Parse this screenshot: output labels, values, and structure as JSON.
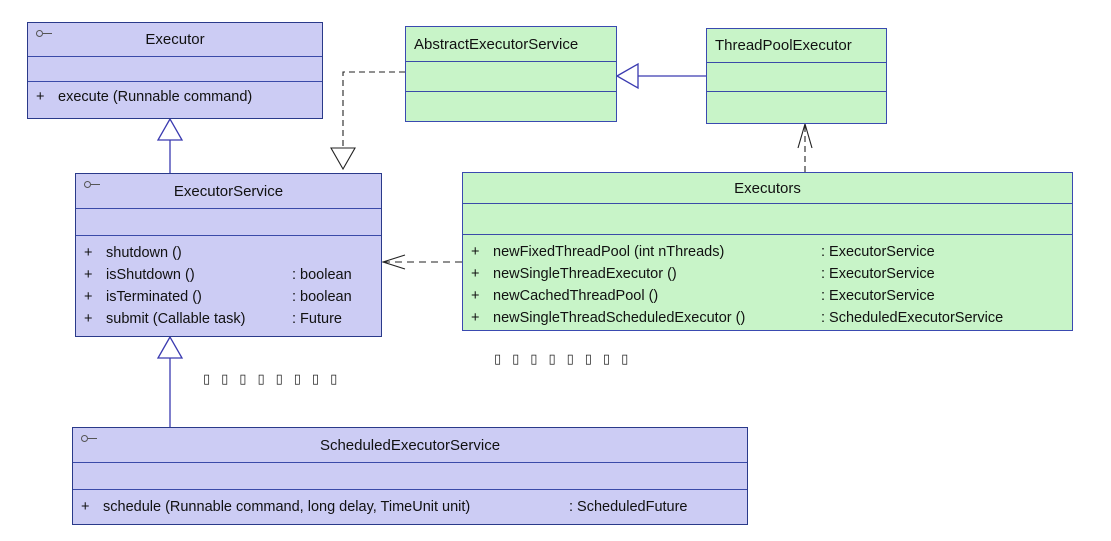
{
  "executor": {
    "name": "Executor",
    "ops": [
      {
        "vis": "+",
        "sig": "execute (Runnable command)",
        "ret": ""
      }
    ]
  },
  "executor_service": {
    "name": "ExecutorService",
    "ops": [
      {
        "vis": "+",
        "sig": "shutdown ()",
        "ret": ""
      },
      {
        "vis": "+",
        "sig": "isShutdown ()",
        "ret": ": boolean"
      },
      {
        "vis": "+",
        "sig": "isTerminated ()",
        "ret": ": boolean"
      },
      {
        "vis": "+",
        "sig": "submit (Callable task)",
        "ret": ": Future"
      }
    ]
  },
  "scheduled_executor_service": {
    "name": "ScheduledExecutorService",
    "ops": [
      {
        "vis": "+",
        "sig": "schedule (Runnable command, long delay, TimeUnit unit)",
        "ret": ": ScheduledFuture"
      }
    ]
  },
  "abstract_executor_service": {
    "name": "AbstractExecutorService"
  },
  "thread_pool_executor": {
    "name": "ThreadPoolExecutor"
  },
  "executors": {
    "name": "Executors",
    "ops": [
      {
        "vis": "+",
        "sig": "newFixedThreadPool (int nThreads)",
        "ret": ": ExecutorService"
      },
      {
        "vis": "+",
        "sig": "newSingleThreadExecutor ()",
        "ret": ": ExecutorService"
      },
      {
        "vis": "+",
        "sig": "newCachedThreadPool ()",
        "ret": ": ExecutorService"
      },
      {
        "vis": "+",
        "sig": "newSingleThreadScheduledExecutor ()",
        "ret": ": ScheduledExecutorService"
      }
    ]
  },
  "placeholders": {
    "left": "▯▯▯▯▯▯▯▯",
    "right": "▯▯▯▯▯▯▯▯"
  },
  "colors": {
    "interface_fill": "#ccccf4",
    "class_fill": "#c8f4c8",
    "border": "#2a3a8a",
    "connector": "#3a3ab0"
  }
}
